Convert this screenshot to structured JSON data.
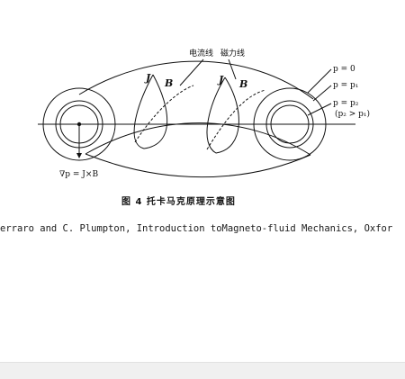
{
  "figure": {
    "labels": {
      "current_line": "电流线",
      "magnetic_line": "磁力线",
      "J": "J",
      "B": "B",
      "p0": "p = 0",
      "p1": "p = p₁",
      "p2": "p = p₂",
      "p2_cond": "(p₂ > p₁)",
      "grad": "∇p = J×B"
    },
    "caption": "图 4   托卡马克原理示意图"
  },
  "reference": "erraro and C. Plumpton,  Introduction toMagneto-fluid Mechanics, Oxfor"
}
